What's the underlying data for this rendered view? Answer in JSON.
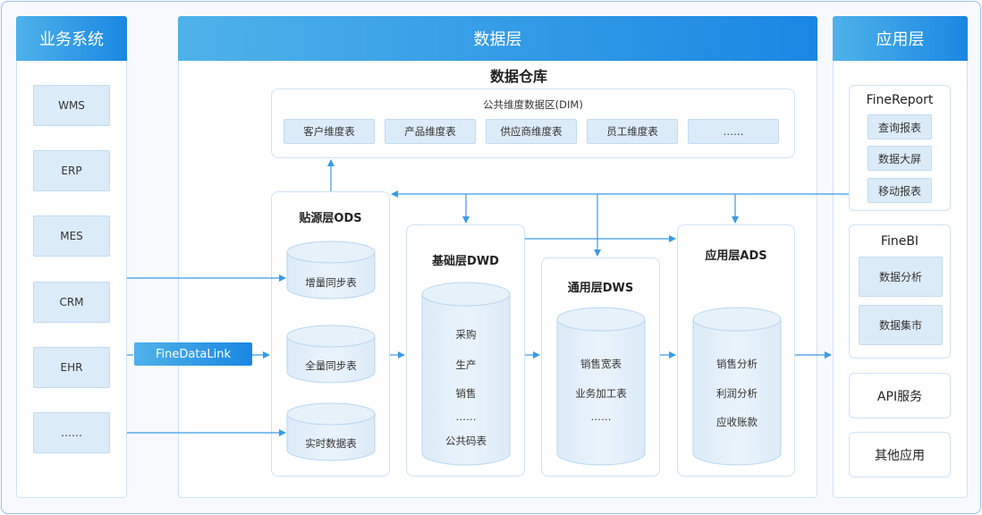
{
  "headers": {
    "business": "业务系统",
    "data_layer": "数据层",
    "app_layer": "应用层"
  },
  "business_systems": [
    "WMS",
    "ERP",
    "MES",
    "CRM",
    "EHR",
    "……"
  ],
  "integration_tool": "FineDataLink",
  "warehouse_title": "数据仓库",
  "dim": {
    "title": "公共维度数据区(DIM)",
    "items": [
      "客户维度表",
      "产品维度表",
      "供应商维度表",
      "员工维度表",
      "……"
    ]
  },
  "ods": {
    "title": "贴源层ODS",
    "tables": [
      "增量同步表",
      "全量同步表",
      "实时数据表"
    ]
  },
  "dwd": {
    "title": "基础层DWD",
    "items": [
      "采购",
      "生产",
      "销售",
      "……",
      "公共码表"
    ]
  },
  "dws": {
    "title": "通用层DWS",
    "items": [
      "销售宽表",
      "业务加工表",
      "……"
    ]
  },
  "ads": {
    "title": "应用层ADS",
    "items": [
      "销售分析",
      "利润分析",
      "应收账款"
    ]
  },
  "apps": {
    "finereport": {
      "title": "FineReport",
      "items": [
        "查询报表",
        "数据大屏",
        "移动报表"
      ]
    },
    "finebi": {
      "title": "FineBI",
      "items": [
        "数据分析",
        "数据集市"
      ]
    },
    "api": "API服务",
    "other": "其他应用"
  },
  "colors": {
    "accent": "#1a87e3",
    "accent_light": "#4fb2ea",
    "item_fill": "#dcebf8",
    "border": "#cfe2f5",
    "arrow": "#3a9be6"
  }
}
